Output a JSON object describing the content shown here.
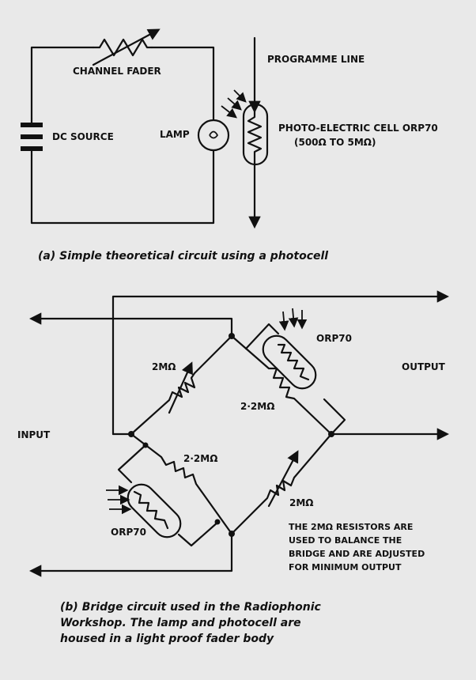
{
  "diagram_a": {
    "label_channel_fader": "CHANNEL FADER",
    "label_dc_source": "DC SOURCE",
    "label_lamp": "LAMP",
    "label_programme_line": "PROGRAMME LINE",
    "label_photocell": "PHOTO-ELECTRIC CELL ORP70",
    "label_photocell_range": "(500Ω TO 5MΩ)",
    "caption": "(a) Simple theoretical circuit using a photocell"
  },
  "diagram_b": {
    "label_input": "INPUT",
    "label_output": "OUTPUT",
    "label_orp70_top": "ORP70",
    "label_orp70_bottom": "ORP70",
    "label_r_top_left": "2MΩ",
    "label_r_top_right": "2·2MΩ",
    "label_r_bottom_left": "2·2MΩ",
    "label_r_bottom_right": "2MΩ",
    "note_lines": [
      "THE 2MΩ RESISTORS ARE",
      "USED TO BALANCE THE",
      "BRIDGE AND ARE ADJUSTED",
      "FOR MINIMUM OUTPUT"
    ],
    "caption_lines": [
      "(b) Bridge circuit used in the Radiophonic",
      "Workshop. The lamp and photocell are",
      "housed in a light proof fader body"
    ]
  },
  "colors": {
    "ink": "#111111",
    "paper": "#e9e9e9"
  }
}
